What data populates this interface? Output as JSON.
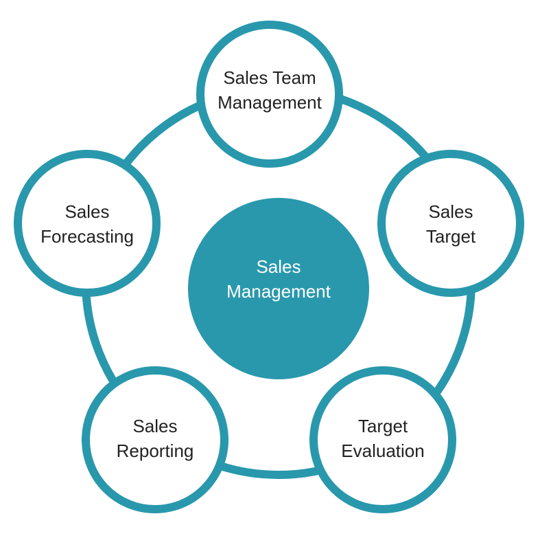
{
  "colors": {
    "accent": "#2998AC",
    "node_fill": "#FFFFFF",
    "background": "#FFFFFF",
    "text_dark": "#222222",
    "text_light": "#FFFFFF"
  },
  "center": {
    "line1": "Sales",
    "line2": "Management"
  },
  "nodes": [
    {
      "line1": "Sales Team",
      "line2": "Management"
    },
    {
      "line1": "Sales",
      "line2": "Target"
    },
    {
      "line1": "Target",
      "line2": "Evaluation"
    },
    {
      "line1": "Sales",
      "line2": "Reporting"
    },
    {
      "line1": "Sales",
      "line2": "Forecasting"
    }
  ]
}
